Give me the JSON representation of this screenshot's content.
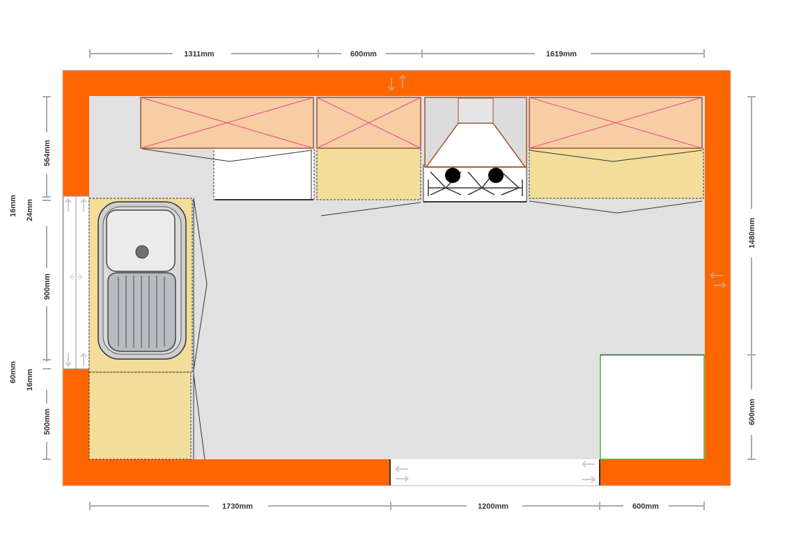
{
  "colors": {
    "wall": "#ff6600",
    "floor": "#e1e1e1",
    "base_cabinet": "#f3dd9a",
    "wall_cabinet": "#f7cda3",
    "cabinet_cross": "#ee4488",
    "cabinet_outline": "#a0522d",
    "dimension_line": "#aaaaaa",
    "fridge_outline": "#33bb33"
  },
  "dimensions": {
    "top": [
      "1311mm",
      "600mm",
      "1619mm"
    ],
    "bottom": [
      "1730mm",
      "1200mm",
      "600mm"
    ],
    "left_outer": [
      "16mm",
      "60mm"
    ],
    "left_inner": [
      "564mm",
      "24mm",
      "900mm",
      "16mm",
      "500mm"
    ],
    "right": [
      "1480mm",
      "600mm"
    ]
  }
}
